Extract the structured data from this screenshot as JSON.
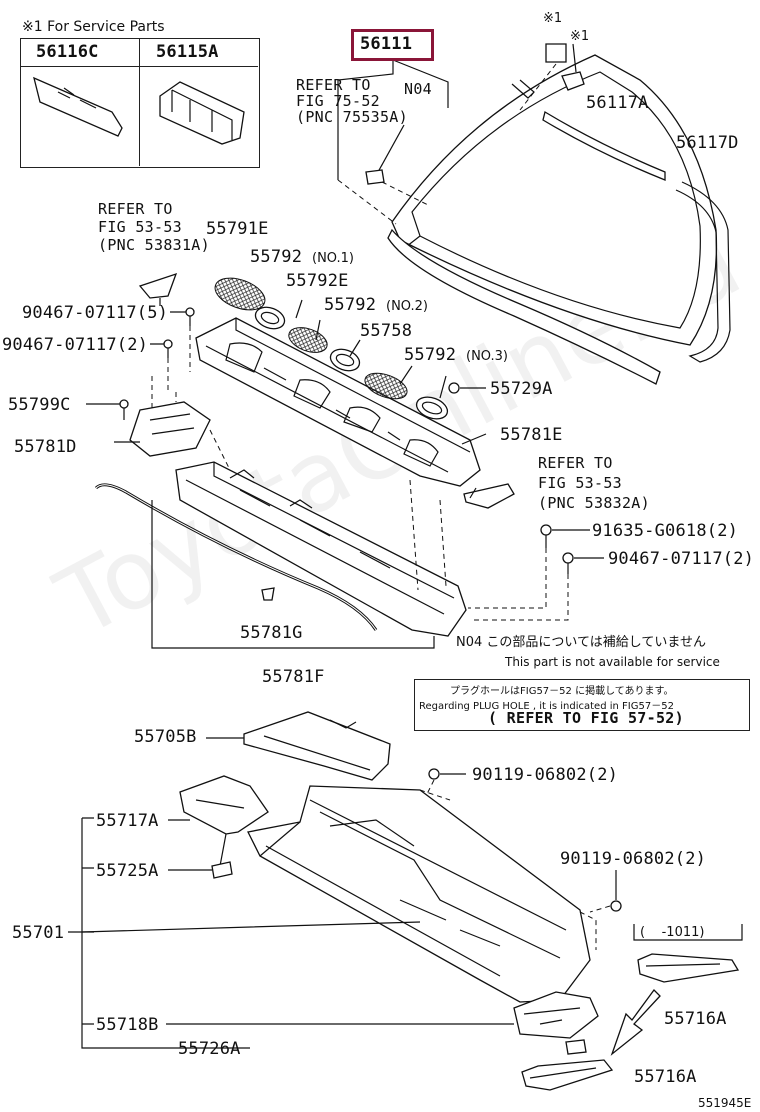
{
  "service_parts": {
    "title": "※1 For Service Parts",
    "col1": "56116C",
    "col2": "56115A"
  },
  "highlight_part": "56111",
  "markers": {
    "star1a": "※1",
    "star1b": "※1"
  },
  "refs": {
    "ref_75_52": {
      "line1": "REFER TO",
      "line2": "FIG 75-52",
      "line3": "(PNC 75535A)"
    },
    "n04": "N04",
    "ref_53_53_a": {
      "line1": "REFER TO",
      "line2": "FIG 53-53",
      "line3": "(PNC 53831A)"
    },
    "ref_53_53_b": {
      "line1": "REFER TO",
      "line2": "FIG 53-53",
      "line3": "(PNC 53832A)"
    }
  },
  "parts": {
    "p56117A": "56117A",
    "p56117D": "56117D",
    "p55791E": "55791E",
    "p55792_no1": "55792",
    "p55792_no1_suffix": "(NO.1)",
    "p55792E": "55792E",
    "p55792_no2": "55792",
    "p55792_no2_suffix": "(NO.2)",
    "p55758": "55758",
    "p55792_no3": "55792",
    "p55792_no3_suffix": "(NO.3)",
    "p55729A": "55729A",
    "p90467_5": "90467-07117(5)",
    "p90467_2": "90467-07117(2)",
    "p55799C": "55799C",
    "p55781D": "55781D",
    "p55781E": "55781E",
    "p91635": "91635-G0618(2)",
    "p90467_2b": "90467-07117(2)",
    "p55781G": "55781G",
    "p55781F": "55781F",
    "p55705B": "55705B",
    "p90119_a": "90119-06802(2)",
    "p55717A": "55717A",
    "p55725A": "55725A",
    "p90119_b": "90119-06802(2)",
    "p55701": "55701",
    "p55716A_a": "55716A",
    "p55718B": "55718B",
    "p55726A": "55726A",
    "p55716A_b": "55716A",
    "range": "(    -1011)"
  },
  "notes": {
    "n04_jp": "N04  この部品については補給していません",
    "n04_en": "This part is not available for service",
    "plug_jp": "プラグホールはFIG57－52 に掲載してあります。",
    "plug_en": "Regarding  PLUG HOLE  , it is indicated in FIG57－52",
    "plug_ref": "( REFER TO FIG 57-52)"
  },
  "watermark": "ToyotaOnline.ru",
  "figure_code": "551945E"
}
